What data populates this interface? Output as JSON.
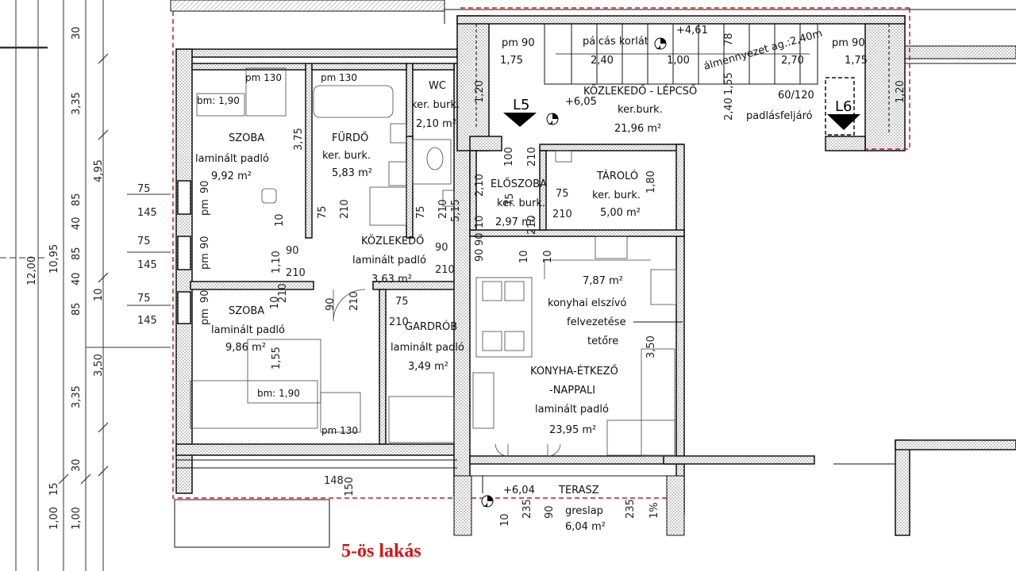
{
  "rooms": {
    "szoba1": {
      "name": "SZOBA",
      "finish": "laminált padló",
      "area": "9,92 m²",
      "bed": "pm 130",
      "bm": "bm: 1,90"
    },
    "furdo": {
      "name": "FÜRDŐ",
      "finish": "ker. burk.",
      "area": "5,83 m²",
      "bed": "pm 130"
    },
    "wc": {
      "name": "WC",
      "finish": "ker. burk.",
      "area": "2,10 m²"
    },
    "kozlekedo_lepcso": {
      "name": "KÖZLEKEDŐ - LÉPCSŐ",
      "finish": "ker.burk.",
      "area": "21,96 m²"
    },
    "eloszoba": {
      "name": "ELŐSZOBA",
      "finish": "ker. burk.",
      "area": "2,97 m²"
    },
    "tarolo": {
      "name": "TÁROLÓ",
      "finish": "ker. burk.",
      "area": "5,00 m²"
    },
    "kozlekedo": {
      "name": "KÖZLEKEDŐ",
      "finish": "laminált padló",
      "area": "3,63 m²"
    },
    "konyha_small": {
      "area": "7,87 m²",
      "note1": "konyhai elszívó",
      "note2": "felvezetése",
      "note3": "tetőre"
    },
    "szoba2": {
      "name": "SZOBA",
      "finish": "laminált padló",
      "area": "9,86 m²",
      "bm": "bm: 1,90",
      "bed": "pm 130"
    },
    "gardrob": {
      "name": "GARDRÓB",
      "finish": "laminált padló",
      "area": "3,49 m²"
    },
    "konyha": {
      "name1": "KONYHA-ÉTKEZŐ",
      "name2": "-NAPPALI",
      "finish": "laminált padló",
      "area": "23,95 m²"
    },
    "terasz": {
      "name": "TERASZ",
      "finish": "greslap",
      "area": "6,04 m²",
      "level": "+6,04"
    }
  },
  "top_labels": {
    "pm90_left": "pm 90",
    "pm90_left_val": "1,75",
    "palcas": "pálcás korlát",
    "palcas_val": "2,40",
    "level_461": "+4,61",
    "val_100": "1,00",
    "almennyezet": "álmennyezet ag.:2,40m",
    "val_270": "2,70",
    "pm90_right": "pm 90",
    "pm90_right_val": "1,75",
    "padlas_size": "60/120",
    "padlas": "padlásfeljáró",
    "level_605": "+6,05",
    "marker_l5": "L5",
    "marker_l6": "L6"
  },
  "dims": {
    "left_vertical": [
      "30",
      "3,35",
      "4,95",
      "10,95",
      "12,00",
      "3,50",
      "3,35",
      "30",
      "1,00",
      "1,00"
    ],
    "left_window": [
      "75",
      "145",
      "75",
      "145",
      "75",
      "145"
    ],
    "left_small": [
      "85",
      "40",
      "85",
      "40",
      "85",
      "10",
      "15"
    ],
    "interior": [
      "90",
      "pm",
      "90",
      "pm",
      "90",
      "pm",
      "3,75",
      "10",
      "75",
      "210",
      "75",
      "210",
      "90",
      "210",
      "1,10",
      "210",
      "90",
      "210",
      "90",
      "210",
      "75",
      "210",
      "10",
      "90",
      "90",
      "75",
      "210",
      "10",
      "2,10",
      "100",
      "210",
      "1,80",
      "75",
      "210",
      "10",
      "10",
      "5,15",
      "3,50",
      "1,55",
      "1,20",
      "2,40",
      "1,55",
      "1,20",
      "78",
      "148",
      "150",
      "235",
      "90",
      "235",
      "1%",
      "10"
    ]
  },
  "title": "5-ös lakás",
  "colors": {
    "lines": "#111111",
    "hatch": "#888888",
    "boundary": "#d01818",
    "title": "#e01010"
  }
}
